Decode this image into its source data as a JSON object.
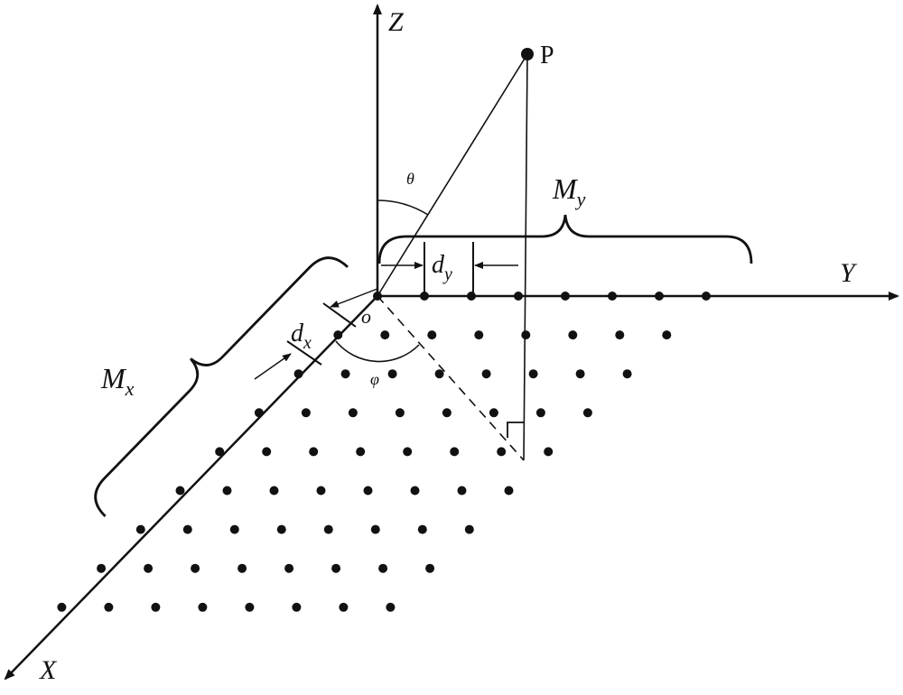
{
  "labels": {
    "z_axis": "Z",
    "y_axis": "Y",
    "x_axis": "X",
    "origin": "o",
    "point": "P",
    "theta": "θ",
    "phi": "φ",
    "my_main": "M",
    "my_sub": "y",
    "mx_main": "M",
    "mx_sub": "x",
    "dy_main": "d",
    "dy_sub": "y",
    "dx_main": "d",
    "dx_sub": "x"
  },
  "grid": {
    "rows_visible": [
      8,
      8,
      8,
      8,
      8,
      8,
      8,
      8,
      8
    ]
  },
  "colors": {
    "ink": "#111111",
    "background": "#ffffff"
  }
}
